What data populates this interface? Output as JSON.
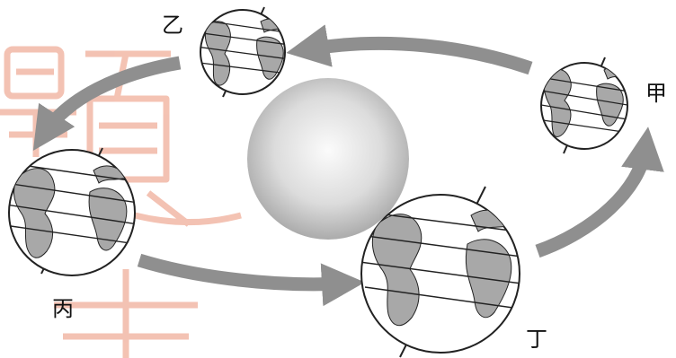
{
  "labels": {
    "jia": "甲",
    "yi": "乙",
    "bing": "丙",
    "ding": "丁"
  },
  "watermark": {
    "text": "题",
    "color": "#f2b8a6"
  },
  "colors": {
    "arrow": "#8f8f8f",
    "sun_center": "#fafafa",
    "sun_edge": "#9e9e9e",
    "land": "#a8a8a8",
    "ocean": "#ffffff",
    "outline": "#222222"
  }
}
